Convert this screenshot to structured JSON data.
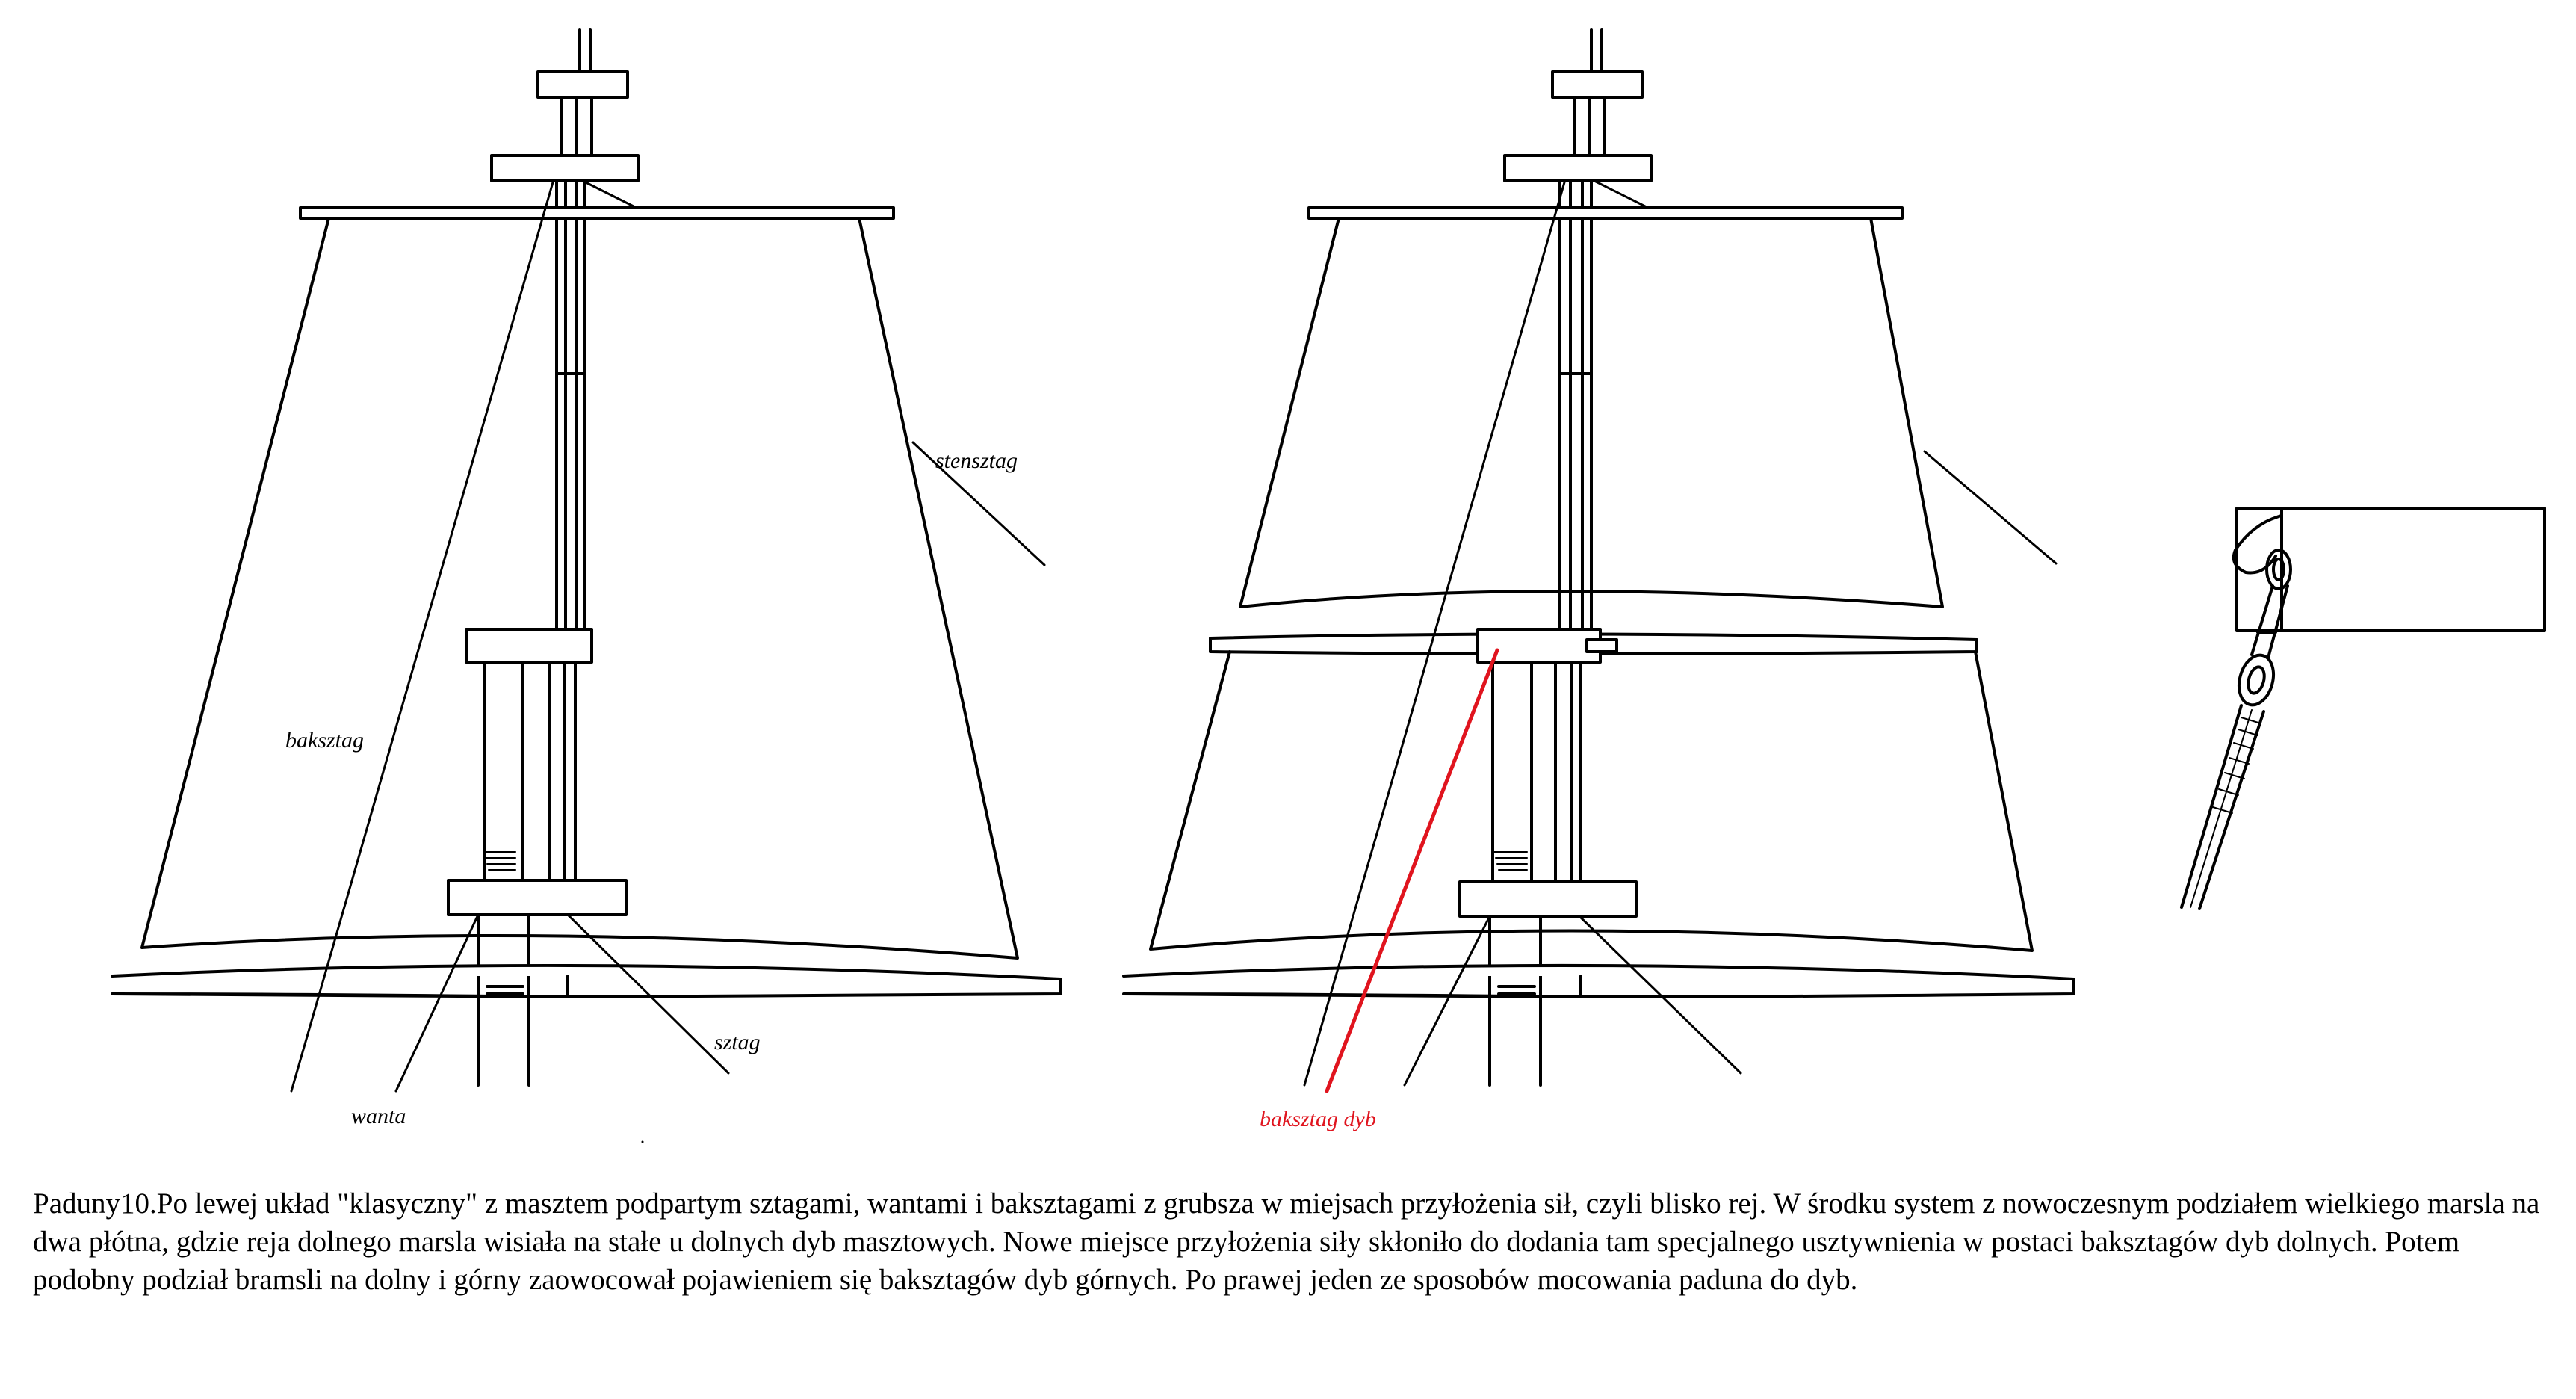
{
  "labels": {
    "stensztag": "stensztag",
    "baksztag": "baksztag",
    "sztag": "sztag",
    "wanta": "wanta",
    "baksztag_dyb": "baksztag dyb"
  },
  "caption": "Paduny10.Po lewej układ \"klasyczny\" z masztem podpartym sztagami, wantami i baksztagami z grubsza w miejsach przyłożenia sił, czyli blisko rej. W środku system z nowoczesnym podziałem wielkiego marsla na dwa płótna, gdzie reja dolnego marsla wisiała na stałe u dolnych dyb masztowych. Nowe miejsce przyłożenia siły skłoniło do dodania tam specjalnego usztywnienia w postaci baksztagów dyb dolnych. Potem podobny podział bramsli na dolny i górny zaowocował pojawieniem się baksztagów dyb górnych. Po prawej jeden ze sposobów mocowania paduna do dyb.",
  "colors": {
    "ink": "#000000",
    "highlight": "#e0141e",
    "paper": "#ffffff"
  }
}
